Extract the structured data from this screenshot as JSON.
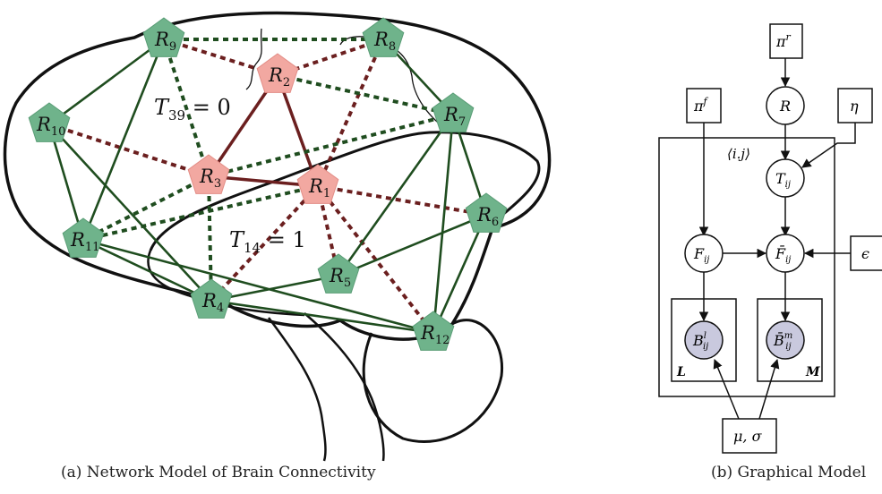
{
  "brain_network": {
    "regions": [
      {
        "id": "R1",
        "base": "R",
        "sub": "1",
        "state": "affected"
      },
      {
        "id": "R2",
        "base": "R",
        "sub": "2",
        "state": "affected"
      },
      {
        "id": "R3",
        "base": "R",
        "sub": "3",
        "state": "affected"
      },
      {
        "id": "R4",
        "base": "R",
        "sub": "4",
        "state": "healthy"
      },
      {
        "id": "R5",
        "base": "R",
        "sub": "5",
        "state": "healthy"
      },
      {
        "id": "R6",
        "base": "R",
        "sub": "6",
        "state": "healthy"
      },
      {
        "id": "R7",
        "base": "R",
        "sub": "7",
        "state": "healthy"
      },
      {
        "id": "R8",
        "base": "R",
        "sub": "8",
        "state": "healthy"
      },
      {
        "id": "R9",
        "base": "R",
        "sub": "9",
        "state": "healthy"
      },
      {
        "id": "R10",
        "base": "R",
        "sub": "10",
        "state": "healthy"
      },
      {
        "id": "R11",
        "base": "R",
        "sub": "11",
        "state": "healthy"
      },
      {
        "id": "R12",
        "base": "R",
        "sub": "12",
        "state": "healthy"
      }
    ],
    "edges": [
      {
        "a": "R1",
        "b": "R2",
        "kind": "red-solid"
      },
      {
        "a": "R1",
        "b": "R3",
        "kind": "red-solid"
      },
      {
        "a": "R2",
        "b": "R3",
        "kind": "red-solid"
      },
      {
        "a": "R9",
        "b": "R2",
        "kind": "red-dashed"
      },
      {
        "a": "R8",
        "b": "R2",
        "kind": "red-dashed"
      },
      {
        "a": "R8",
        "b": "R1",
        "kind": "red-dashed"
      },
      {
        "a": "R10",
        "b": "R3",
        "kind": "red-dashed"
      },
      {
        "a": "R1",
        "b": "R6",
        "kind": "red-dashed"
      },
      {
        "a": "R1",
        "b": "R4",
        "kind": "red-dashed"
      },
      {
        "a": "R1",
        "b": "R5",
        "kind": "red-dashed"
      },
      {
        "a": "R1",
        "b": "R12",
        "kind": "red-dashed"
      },
      {
        "a": "R9",
        "b": "R8",
        "kind": "green-dashed"
      },
      {
        "a": "R9",
        "b": "R3",
        "kind": "green-dashed"
      },
      {
        "a": "R2",
        "b": "R7",
        "kind": "green-dashed"
      },
      {
        "a": "R3",
        "b": "R7",
        "kind": "green-dashed"
      },
      {
        "a": "R3",
        "b": "R4",
        "kind": "green-dashed"
      },
      {
        "a": "R3",
        "b": "R11",
        "kind": "green-dashed"
      },
      {
        "a": "R11",
        "b": "R1",
        "kind": "green-dashed"
      },
      {
        "a": "R9",
        "b": "R10",
        "kind": "green-solid"
      },
      {
        "a": "R8",
        "b": "R7",
        "kind": "green-solid"
      },
      {
        "a": "R10",
        "b": "R11",
        "kind": "green-solid"
      },
      {
        "a": "R10",
        "b": "R4",
        "kind": "green-solid"
      },
      {
        "a": "R9",
        "b": "R11",
        "kind": "green-solid"
      },
      {
        "a": "R11",
        "b": "R4",
        "kind": "green-solid"
      },
      {
        "a": "R11",
        "b": "R12",
        "kind": "green-solid"
      },
      {
        "a": "R4",
        "b": "R5",
        "kind": "green-solid"
      },
      {
        "a": "R5",
        "b": "R6",
        "kind": "green-solid"
      },
      {
        "a": "R5",
        "b": "R7",
        "kind": "green-solid"
      },
      {
        "a": "R6",
        "b": "R7",
        "kind": "green-solid"
      },
      {
        "a": "R6",
        "b": "R12",
        "kind": "green-solid"
      },
      {
        "a": "R7",
        "b": "R12",
        "kind": "green-solid"
      },
      {
        "a": "R4",
        "b": "R12",
        "kind": "green-solid"
      }
    ],
    "annotations": {
      "t39": {
        "base": "T",
        "sub": "39",
        "rest": " = 0"
      },
      "t14": {
        "base": "T",
        "sub": "14",
        "rest": " = 1"
      }
    }
  },
  "graphical_model": {
    "plate_outer_label": "⟨i.j⟩",
    "plate_L_label": "L",
    "plate_M_label": "M",
    "nodes": {
      "pi_r": {
        "base": "π",
        "sup": "r"
      },
      "pi_f": {
        "base": "π",
        "sup": "f"
      },
      "R": {
        "base": "R"
      },
      "eta": {
        "base": "η"
      },
      "T": {
        "base": "T",
        "sub": "ij"
      },
      "F": {
        "base": "F",
        "sub": "ij"
      },
      "Fbar": {
        "base": "F̄",
        "sub": "ij"
      },
      "eps": {
        "base": "ϵ"
      },
      "B": {
        "base": "B",
        "sub": "ij",
        "sup": "l"
      },
      "Bbar": {
        "base": "B̄",
        "sub": "ij",
        "sup": "m"
      },
      "musig": {
        "base": "μ, σ"
      }
    }
  },
  "colors": {
    "green_node": "#6fb38b",
    "red_node": "#f2a8a1",
    "green_edge": "#1f4d1f",
    "red_edge": "#6b1f1f",
    "observed_node": "#c9c9de"
  },
  "captions": {
    "a": "(a) Network Model of Brain Connectivity",
    "b": "(b) Graphical Model"
  }
}
